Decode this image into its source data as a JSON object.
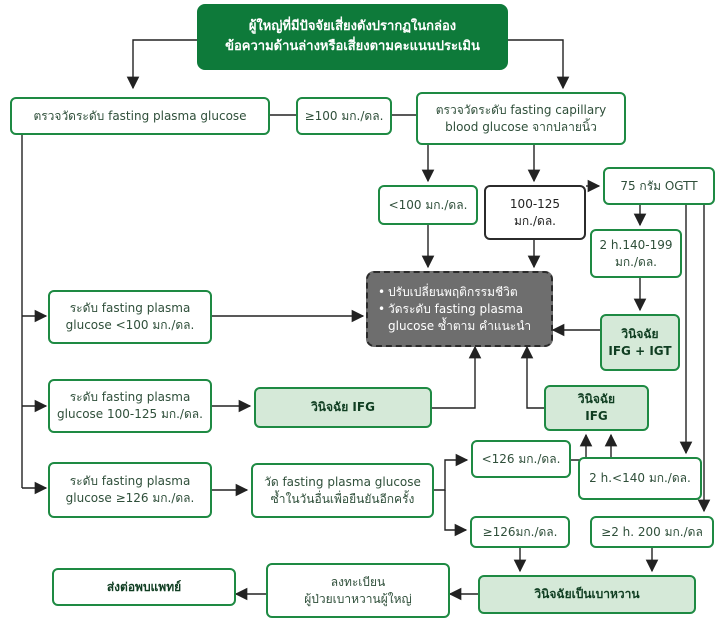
{
  "title": {
    "line1": "ผู้ใหญ่ที่มีปัจจัยเสี่ยงดังปรากฏในกล่อง",
    "line2": "ข้อความด้านล่างหรือเสี่ยงตามคะแนนประเมิน"
  },
  "plasma_test": "ตรวจวัดระดับ fasting plasma glucose",
  "threshold_100": "≥100 มก./ดล.",
  "capillary_test": {
    "line1": "ตรวจวัดระดับ fasting capillary",
    "line2": "blood glucose จากปลายนิ้ว"
  },
  "cap_lt100": "<100 มก./ดล.",
  "cap_100_125": {
    "line1": "100-125",
    "line2": "มก./ดล."
  },
  "ogtt": "75 กรัม OGTT",
  "ogtt_2h_140_199": {
    "line1": "2 h.140-199",
    "line2": "มก./ดล."
  },
  "advice": {
    "bullet": "•",
    "item1": "ปรับเปลี่ยนพฤติกรรมชีวิต",
    "item2_line1": "วัดระดับ fasting plasma",
    "item2_line2": "glucose ซ้ำตาม คำแนะนำ"
  },
  "dx_ifg_igt": {
    "line1": "วินิจฉัย",
    "line2": "IFG + IGT"
  },
  "fpg_lt100": {
    "line1": "ระดับ  fasting plasma",
    "line2": "glucose <100 มก./ดล."
  },
  "fpg_100_125": {
    "line1": "ระดับ fasting plasma",
    "line2": "glucose 100-125 มก./ดล."
  },
  "dx_ifg_main": "วินิจฉัย IFG",
  "dx_ifg_small": {
    "line1": "วินิจฉัย",
    "line2": "IFG"
  },
  "repeat_lt126": "<126 มก./ดล.",
  "ogtt_2h_lt140": "2 h.<140 มก./ดล.",
  "fpg_ge126": {
    "line1": "ระดับ  fasting plasma",
    "line2": "glucose ≥126 มก./ดล."
  },
  "repeat_test": {
    "line1": "วัด fasting plasma glucose",
    "line2": "ซ้ำในวันอื่นเพื่อยืนยันอีกครั้ง"
  },
  "repeat_ge126": "≥126มก./ดล.",
  "ogtt_2h_ge200": "≥2 h. 200 มก./ดล",
  "refer": "ส่งต่อพบแพทย์",
  "register": {
    "line1": "ลงทะเบียน",
    "line2": "ผู้ป่วยเบาหวานผู้ใหญ่"
  },
  "dx_diabetes": "วินิจฉัยเป็นเบาหวาน",
  "colors": {
    "primary_green": "#0e7a3a",
    "light_green_fill": "#d5e9d8",
    "note_gray": "#6e6e6e"
  }
}
